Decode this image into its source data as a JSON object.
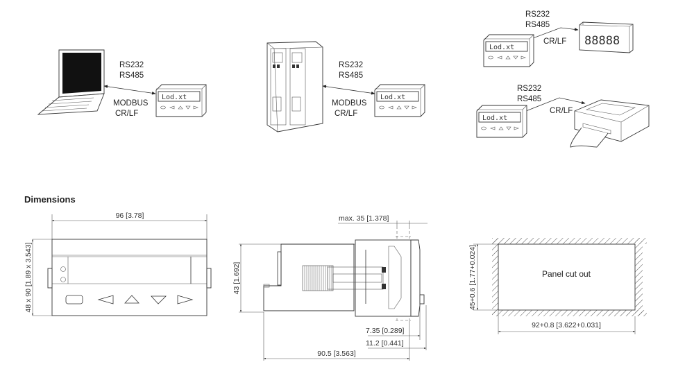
{
  "connections": {
    "pc": {
      "line1": "RS232",
      "line2": "RS485",
      "line3": "MODBUS",
      "line4": "CR/LF"
    },
    "plc": {
      "line1": "RS232",
      "line2": "RS485",
      "line3": "MODBUS",
      "line4": "CR/LF"
    },
    "remote_display": {
      "line1": "RS232",
      "line2": "RS485",
      "line3": "CR/LF",
      "display_value": "88888"
    },
    "printer": {
      "line1": "RS232",
      "line2": "RS485",
      "line3": "CR/LF"
    }
  },
  "meter_display_text": "Lod.xt",
  "dimensions": {
    "title": "Dimensions",
    "front": {
      "width": "96  [3.78]",
      "height": "48 x 90 [1.89 x 3.543]"
    },
    "side": {
      "max_depth": "max. 35 [1.378]",
      "height": "43 [1.692]",
      "front_depth_1": "7.35 [0.289]",
      "front_depth_2": "11.2 [0.441]",
      "total_depth": "90.5 [3.563]"
    },
    "cutout": {
      "label": "Panel cut out",
      "height": "45+0.6 [1.77+0.024]",
      "width": "92+0.8 [3.622+0.031]"
    }
  }
}
